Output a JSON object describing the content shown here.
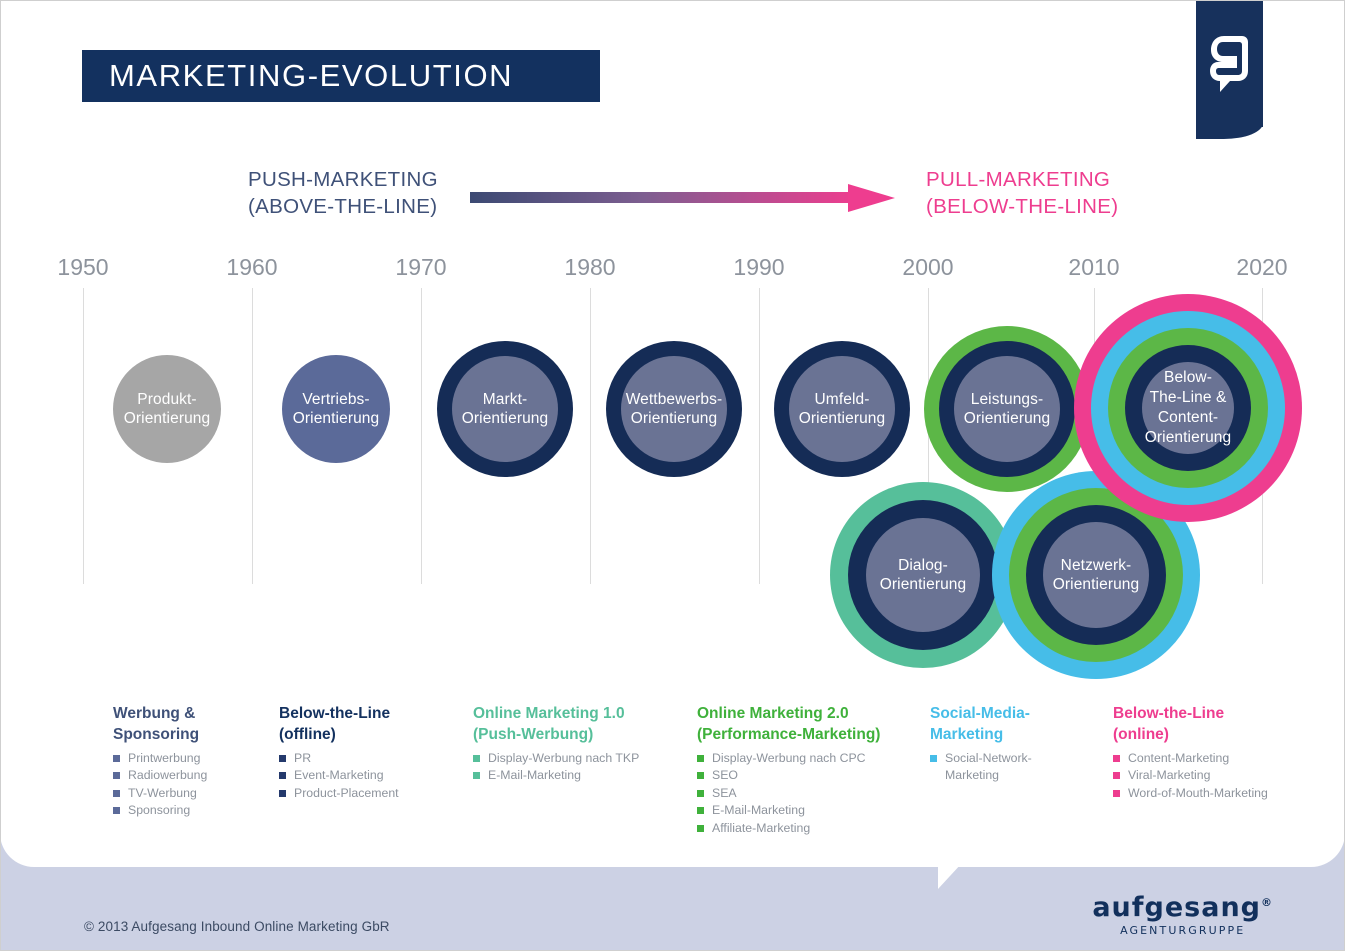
{
  "title": "MARKETING-EVOLUTION",
  "axis": {
    "push_line1": "PUSH-MARKETING",
    "push_line2": "(ABOVE-THE-LINE)",
    "pull_line1": "PULL-MARKETING",
    "pull_line2": "(BELOW-THE-LINE)",
    "years": [
      "1950",
      "1960",
      "1970",
      "1980",
      "1990",
      "2000",
      "2010",
      "2020"
    ]
  },
  "colors": {
    "navy": "#13315f",
    "dark_navy": "#152c56",
    "slate": "#6a7394",
    "gray": "#a6a6a6",
    "green": "#5cb747",
    "mint": "#56bf9a",
    "cyan": "#46bde8",
    "pink": "#ee3d8f",
    "legend_gray": "#8d939c",
    "footer_band": "#ccd1e4"
  },
  "circles": [
    {
      "id": "produkt",
      "label": "Produkt-\nOrientierung",
      "rings": [
        "#a6a6a6"
      ]
    },
    {
      "id": "vertriebs",
      "label": "Vertriebs-\nOrientierung",
      "rings": [
        "#5b6a99"
      ]
    },
    {
      "id": "markt",
      "label": "Markt-\nOrientierung",
      "rings": [
        "#152c56",
        "#6a7394"
      ]
    },
    {
      "id": "wettbewerbs",
      "label": "Wettbewerbs-\nOrientierung",
      "rings": [
        "#152c56",
        "#6a7394"
      ]
    },
    {
      "id": "umfeld",
      "label": "Umfeld-\nOrientierung",
      "rings": [
        "#152c56",
        "#6a7394"
      ]
    },
    {
      "id": "leistungs",
      "label": "Leistungs-\nOrientierung",
      "rings": [
        "#5cb747",
        "#152c56",
        "#6a7394"
      ]
    },
    {
      "id": "dialog",
      "label": "Dialog-\nOrientierung",
      "rings": [
        "#56bf9a",
        "#152c56",
        "#6a7394"
      ]
    },
    {
      "id": "netzwerk",
      "label": "Netzwerk-\nOrientierung",
      "rings": [
        "#46bde8",
        "#5cb747",
        "#152c56",
        "#6a7394"
      ]
    },
    {
      "id": "btl",
      "label": "Below-\nThe-Line &\nContent-\nOrientierung",
      "rings": [
        "#ee3d8f",
        "#46bde8",
        "#5cb747",
        "#152c56",
        "#6a7394"
      ]
    }
  ],
  "legend": [
    {
      "heading": "Werbung &\nSponsoring",
      "color": "#3f5178",
      "bullet": "#5b6a99",
      "items": [
        "Printwerbung",
        "Radiowerbung",
        "TV-Werbung",
        "Sponsoring"
      ]
    },
    {
      "heading": "Below-the-Line\n(offline)",
      "color": "#13315f",
      "bullet": "#24396c",
      "items": [
        "PR",
        "Event-Marketing",
        "Product-Placement"
      ]
    },
    {
      "heading": "Online Marketing 1.0\n(Push-Werbung)",
      "color": "#56bf9a",
      "bullet": "#56bf9a",
      "items": [
        "Display-Werbung nach TKP",
        "E-Mail-Marketing"
      ]
    },
    {
      "heading": "Online Marketing 2.0\n(Performance-Marketing)",
      "color": "#3fb13b",
      "bullet": "#3fb13b",
      "items": [
        "Display-Werbung nach CPC",
        "SEO",
        "SEA",
        "E-Mail-Marketing",
        "Affiliate-Marketing"
      ]
    },
    {
      "heading": "Social-Media-\nMarketing",
      "color": "#46bde8",
      "bullet": "#46bde8",
      "items": [
        "Social-Network-\nMarketing"
      ]
    },
    {
      "heading": "Below-the-Line\n(online)",
      "color": "#ee3d8f",
      "bullet": "#ee3d8f",
      "items": [
        "Content-Marketing",
        "Viral-Marketing",
        "Word-of-Mouth-Marketing"
      ]
    }
  ],
  "footer": {
    "copyright": "© 2013 Aufgesang Inbound Online Marketing GbR",
    "logo_word": "aufgesang",
    "logo_reg": "®",
    "logo_sub": "AGENTURGRUPPE"
  }
}
